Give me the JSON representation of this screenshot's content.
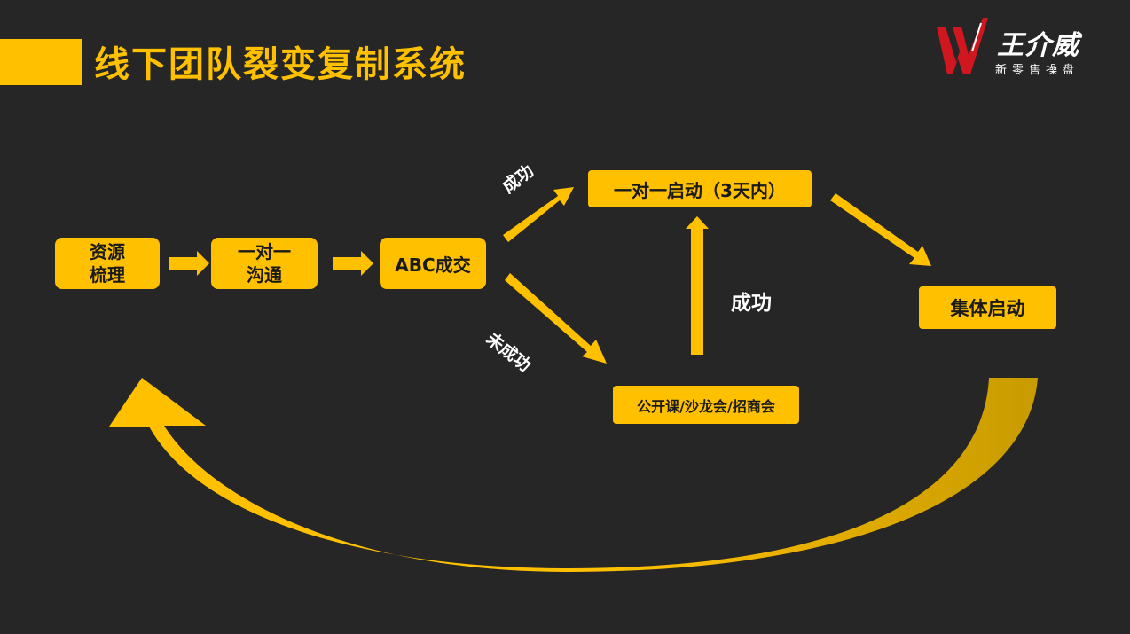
{
  "header": {
    "title": "线下团队裂变复制系统"
  },
  "logo": {
    "name": "王介威",
    "subtitle": "新零售操盘",
    "colors": {
      "mark": "#D0161F",
      "text": "#FFFFFF"
    }
  },
  "nodes": {
    "resource": "资源\n梳理",
    "one_on_one": "一对一\n沟通",
    "abc": "ABC成交",
    "start_3days": "一对一启动（3天内）",
    "public_events": "公开课/沙龙会/招商会",
    "group_start": "集体启动"
  },
  "edge_labels": {
    "success_top": "成功",
    "fail": "未成功",
    "success_mid": "成功"
  },
  "colors": {
    "accent": "#FFC000",
    "background": "#262626",
    "curve_dark": "#C89B00"
  }
}
